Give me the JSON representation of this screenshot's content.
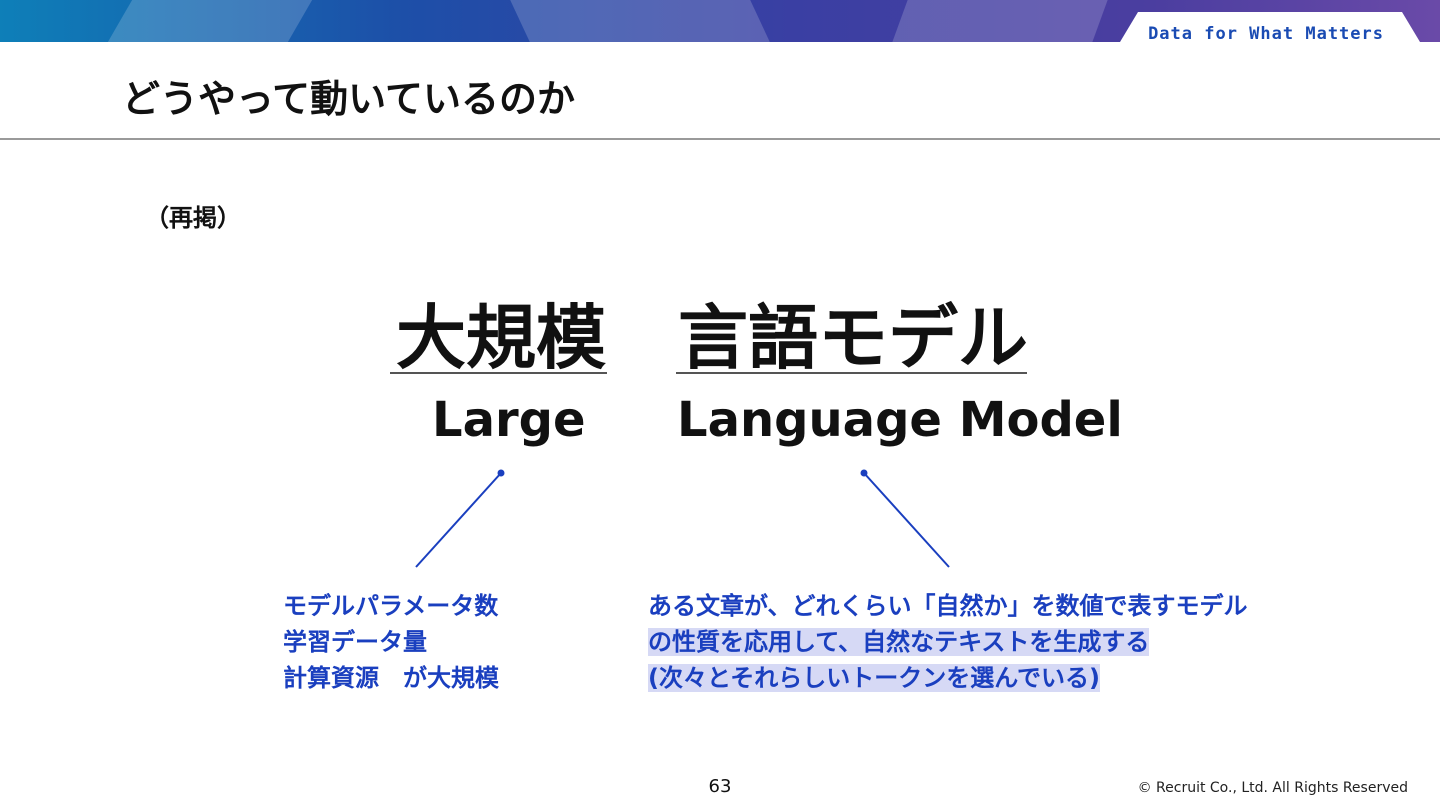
{
  "header": {
    "tagline": "Data for What Matters",
    "brand_colors": {
      "accent": "#1a4bb3",
      "gradient_start": "#0e7fb8",
      "gradient_end": "#6a4aa8"
    }
  },
  "slide": {
    "title": "どうやって動いているのか",
    "note": "（再掲）",
    "term_jp_left": "大規模",
    "term_jp_right": "言語モデル",
    "term_en_left": "Large",
    "term_en_right": "Language Model",
    "desc_left": [
      "モデルパラメータ数",
      "学習データ量",
      "計算資源　が大規模"
    ],
    "desc_right": [
      "ある文章が、どれくらい「自然か」を数値で表すモデル",
      "の性質を応用して、自然なテキストを生成する",
      "(次々とそれらしいトークンを選んでいる)"
    ],
    "desc_color": "#1a3fbf",
    "highlight_color": "#d6d9f5"
  },
  "footer": {
    "page_number": "63",
    "copyright": "© Recruit Co., Ltd. All Rights Reserved"
  }
}
